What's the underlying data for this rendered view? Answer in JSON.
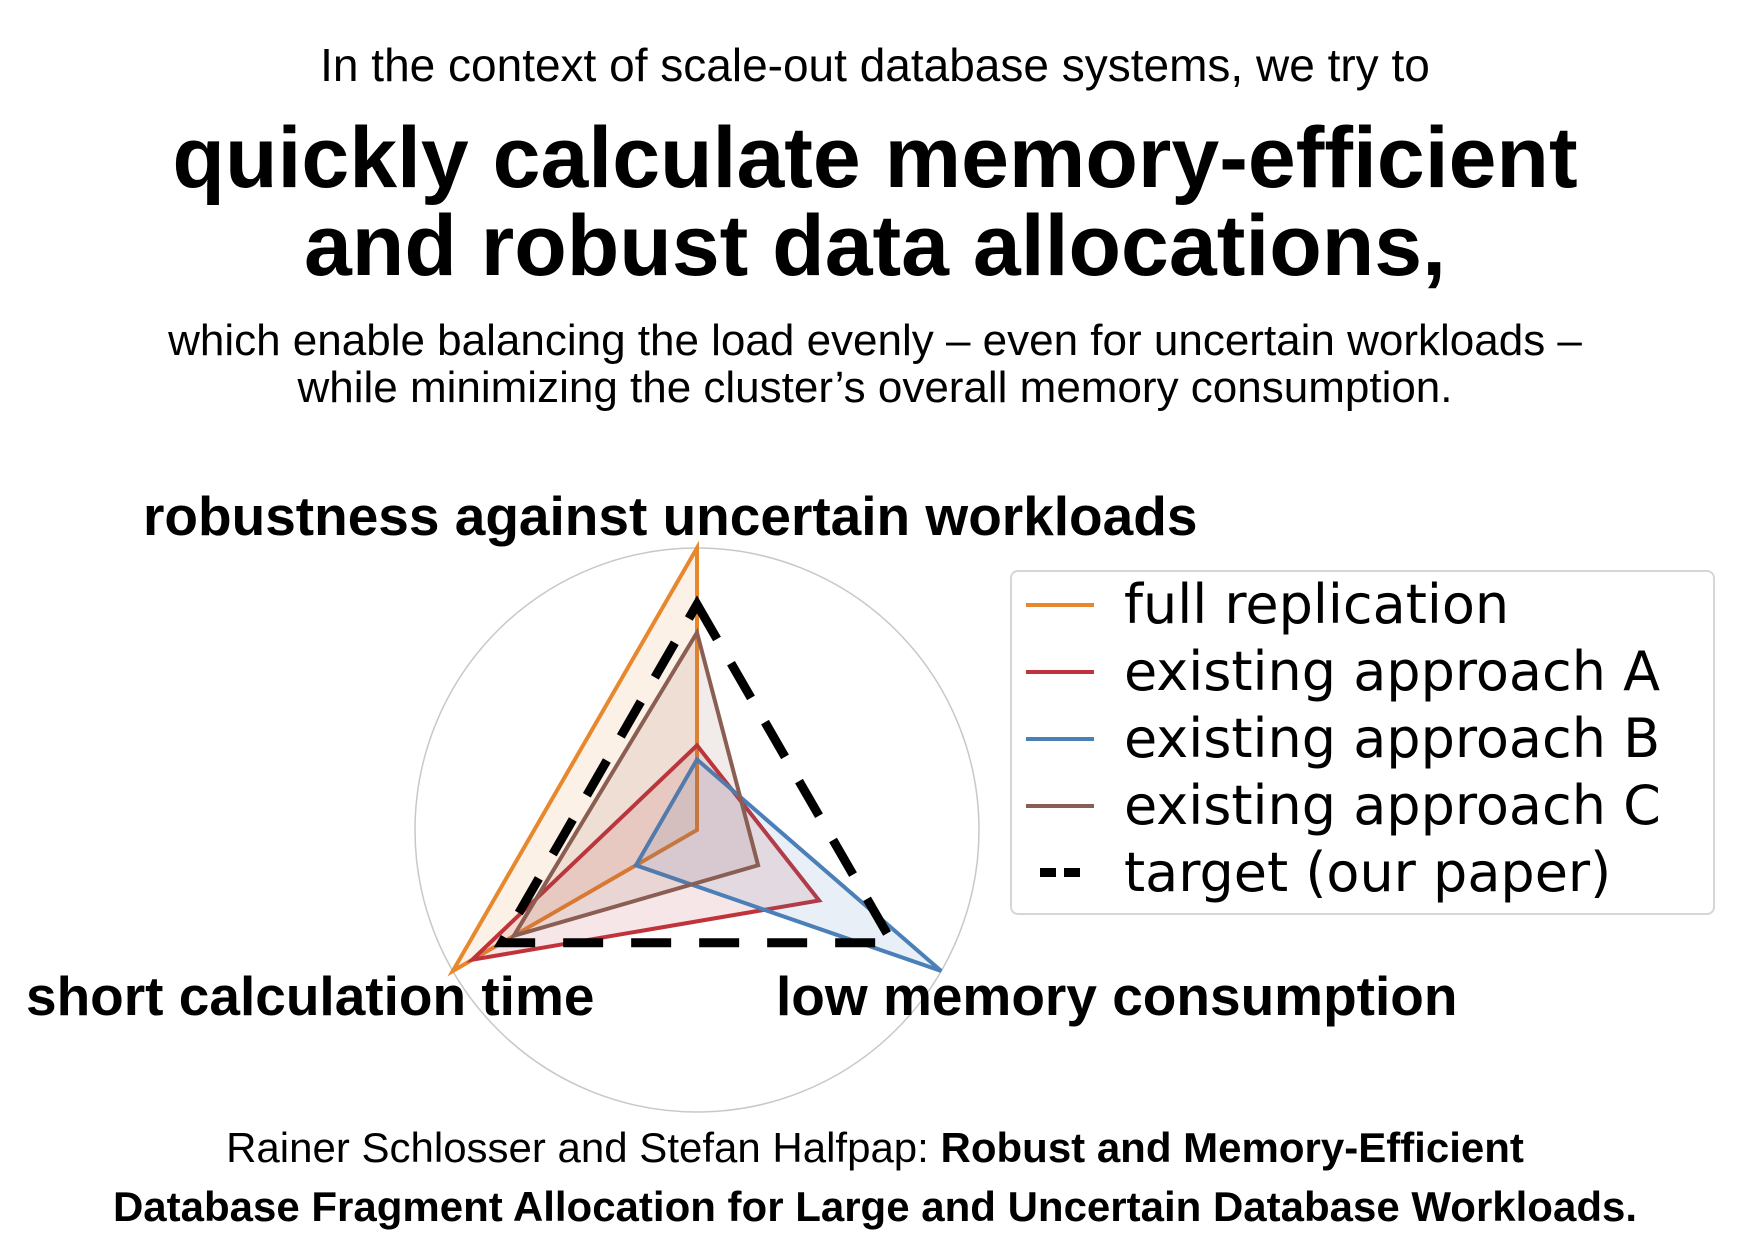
{
  "header": {
    "intro": "In the context of scale-out database systems, we try to",
    "headline_line1": "quickly calculate memory-efficient",
    "headline_line2": "and robust data allocations,",
    "sub_line1": "which enable balancing the load evenly – even for uncertain workloads –",
    "sub_line2": "while minimizing the cluster’s overall memory consumption."
  },
  "chart_data": {
    "type": "radar",
    "axes": [
      "robustness against uncertain workloads",
      "low memory consumption",
      "short calculation time"
    ],
    "range": [
      0,
      1
    ],
    "grid": true,
    "legend_position": "right",
    "series": [
      {
        "name": "full replication",
        "color": "#e8882e",
        "style": "solid",
        "filled": true,
        "values": [
          1.0,
          0.0,
          1.0
        ]
      },
      {
        "name": "existing approach A",
        "color": "#c0333a",
        "style": "solid",
        "filled": true,
        "values": [
          0.3,
          0.5,
          0.92
        ]
      },
      {
        "name": "existing approach B",
        "color": "#4a7fb8",
        "style": "solid",
        "filled": true,
        "values": [
          0.25,
          1.0,
          0.25
        ]
      },
      {
        "name": "existing approach C",
        "color": "#8a5e52",
        "style": "solid",
        "filled": true,
        "values": [
          0.7,
          0.25,
          0.75
        ]
      },
      {
        "name": "target (our paper)",
        "color": "#000000",
        "style": "dashed",
        "filled": false,
        "values": [
          0.8,
          0.8,
          0.8
        ]
      }
    ]
  },
  "citation": {
    "authors": "Rainer Schlosser and Stefan Halfpap: ",
    "title_part1": "Robust and Memory-Efficient",
    "title_part2": "Database Fragment Allocation for Large and Uncertain Database Workloads."
  }
}
